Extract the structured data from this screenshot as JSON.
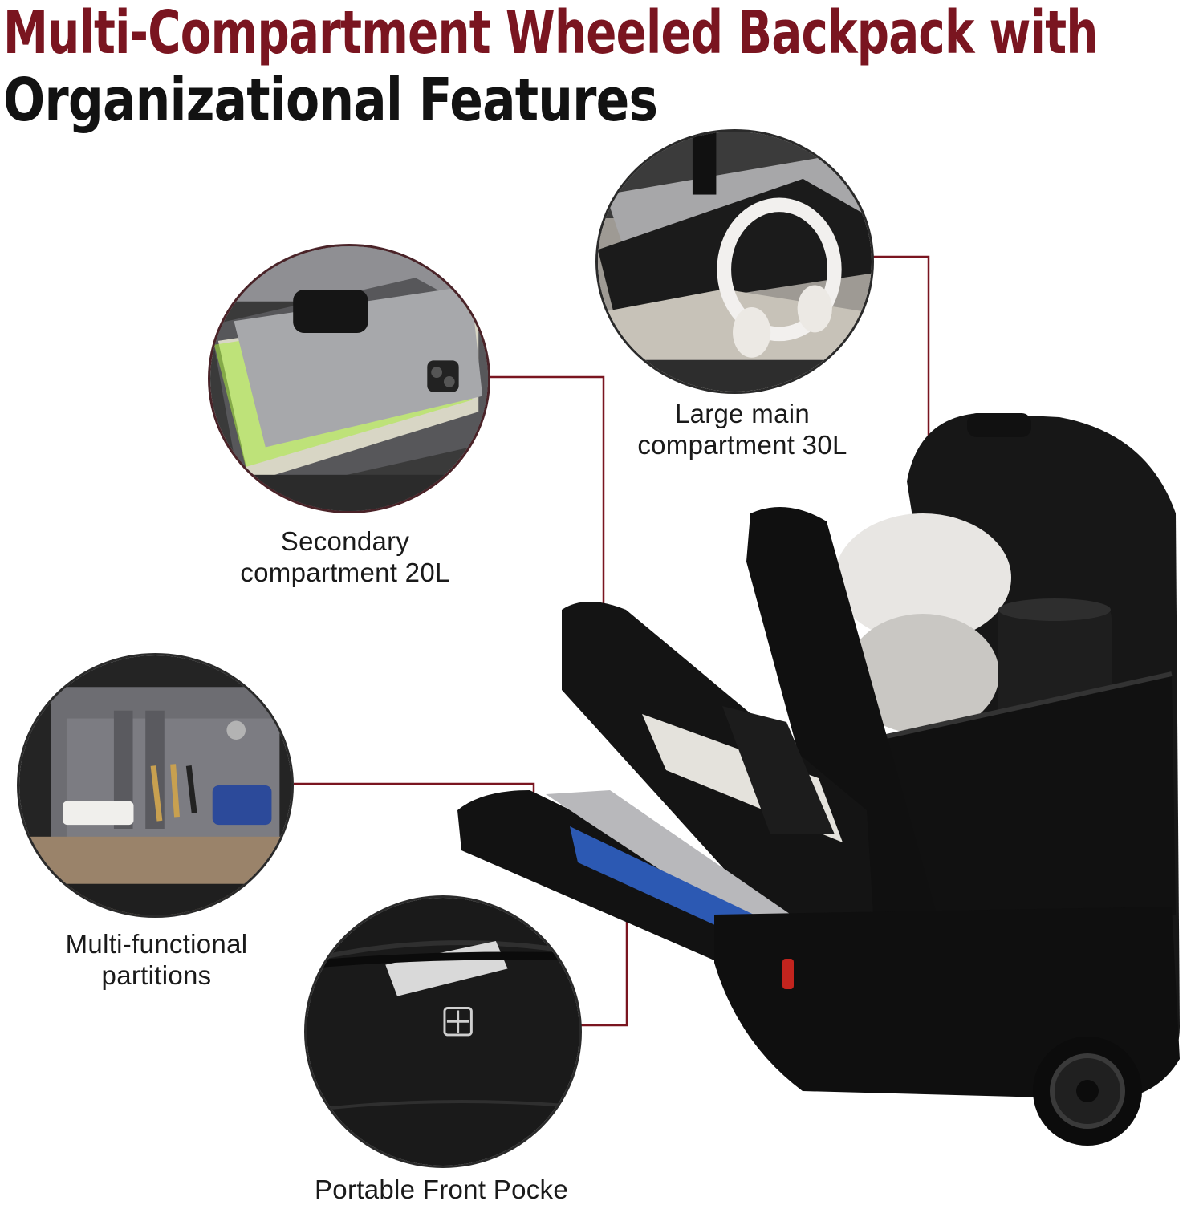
{
  "title": {
    "line1": "Multi-Compartment Wheeled Backpack with",
    "line2": "Organizational Features"
  },
  "features": {
    "main": {
      "line1": "Large main",
      "line2": "compartment 30L"
    },
    "secondary": {
      "line1": "Secondary",
      "line2": "compartment 20L"
    },
    "partitions": {
      "line1": "Multi-functional",
      "line2": "partitions"
    },
    "front": {
      "line1": "Portable Front Pocke"
    }
  },
  "colors": {
    "accent": "#7a1520",
    "title_dark": "#121212",
    "bag": "#141414",
    "bubble_border": "#2a2a2a"
  }
}
